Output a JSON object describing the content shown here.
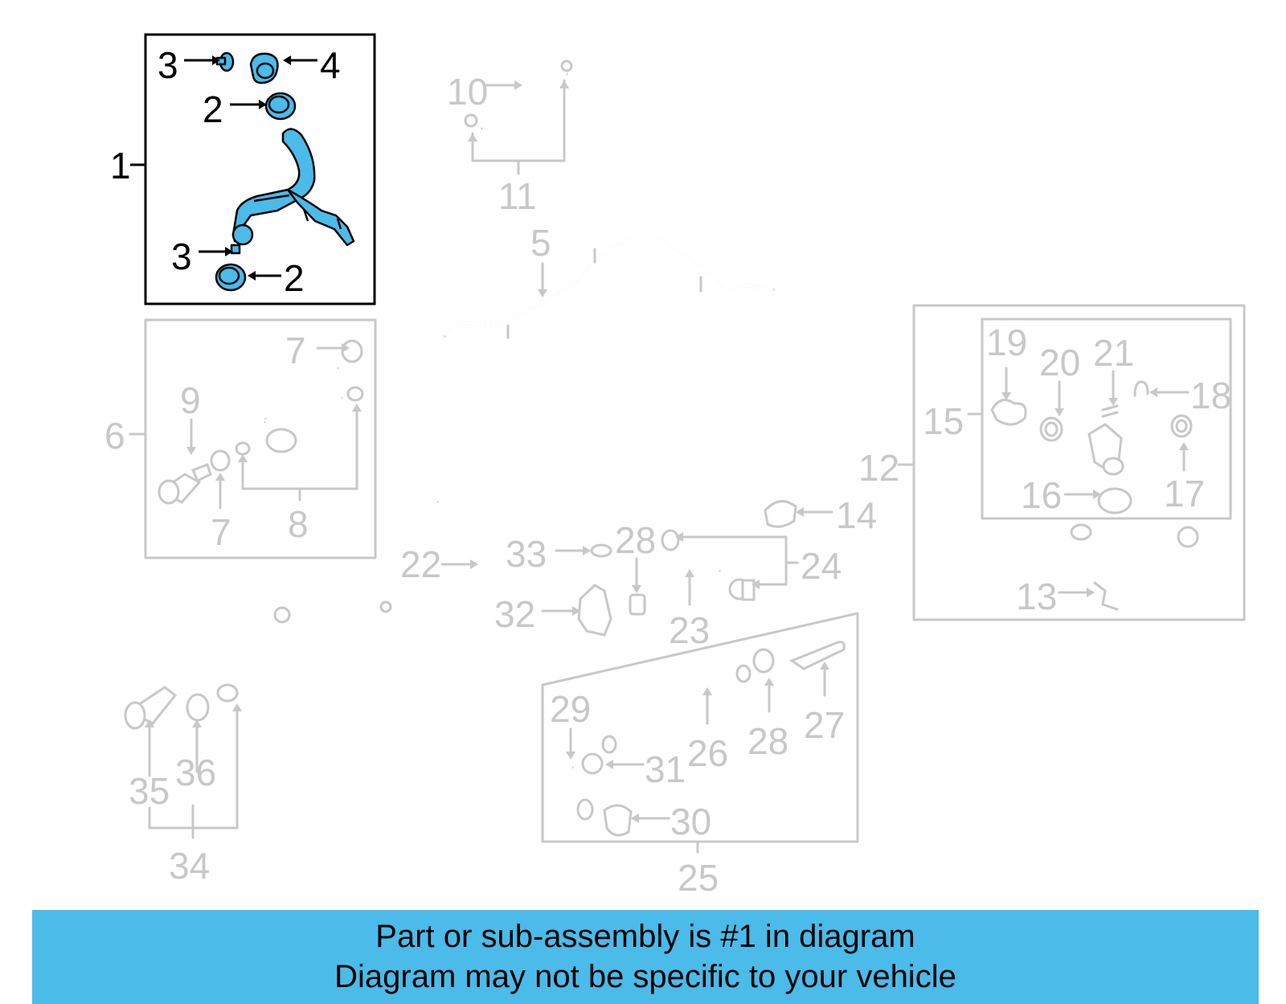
{
  "diagram": {
    "callouts": {
      "c1": "1",
      "c2a": "2",
      "c2b": "2",
      "c3a": "3",
      "c3b": "3",
      "c4": "4",
      "c5": "5",
      "c6": "6",
      "c7a": "7",
      "c7b": "7",
      "c8": "8",
      "c9": "9",
      "c10": "10",
      "c11": "11",
      "c12": "12",
      "c13": "13",
      "c14": "14",
      "c15": "15",
      "c16": "16",
      "c17": "17",
      "c18": "18",
      "c19": "19",
      "c20": "20",
      "c21": "21",
      "c22": "22",
      "c23": "23",
      "c24": "24",
      "c25": "25",
      "c26": "26",
      "c27": "27",
      "c28a": "28",
      "c28b": "28",
      "c29": "29",
      "c30": "30",
      "c31": "31",
      "c32": "32",
      "c33": "33",
      "c34": "34",
      "c35": "35",
      "c36": "36"
    },
    "highlight_color": "#4bbbe9",
    "dim_color": "#c8c8c8"
  },
  "banner": {
    "line1": "Part or sub-assembly is #1 in diagram",
    "line2": "Diagram may not be specific to your vehicle",
    "background": "#4bbbe9"
  }
}
